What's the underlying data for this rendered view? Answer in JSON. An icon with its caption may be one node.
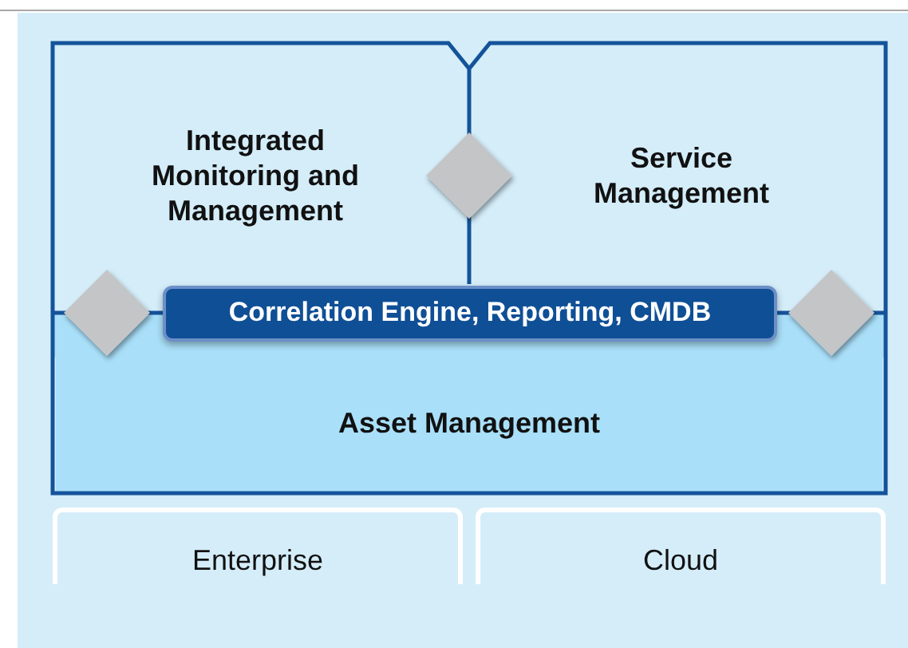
{
  "diagram": {
    "nodes": [
      {
        "text": [
          "Integrated Monitoring and Management"
        ]
      },
      {
        "text": [
          "Service Management"
        ]
      },
      {
        "text": [
          "Correlation Engine, Reporting, CMDB"
        ]
      },
      {
        "text": [
          "Asset Management"
        ]
      },
      {
        "text": [
          "Enterprise"
        ]
      },
      {
        "text": [
          "Cloud"
        ]
      },
      {
        "text": [],
        "shape": "diamond"
      },
      {
        "text": [],
        "shape": "diamond"
      },
      {
        "text": [],
        "shape": "diamond"
      }
    ]
  }
}
